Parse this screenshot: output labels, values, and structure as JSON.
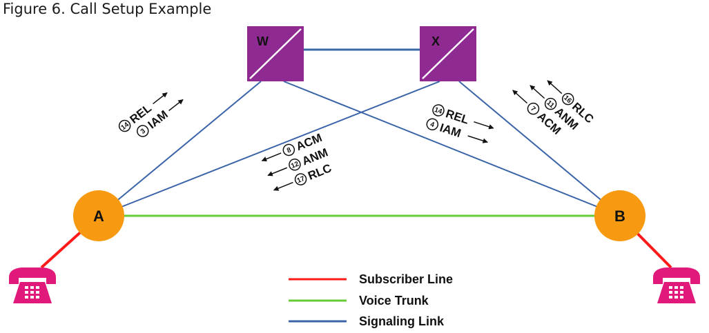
{
  "figure": {
    "title": "Figure 6. Call Setup Example"
  },
  "colors": {
    "subscriber_line": "#ff1a1a",
    "voice_trunk": "#66cc33",
    "signaling_link": "#3a63a8",
    "switch_fill": "#8e2a92",
    "node_fill": "#f79a11",
    "phone": "#e0197a"
  },
  "switches": [
    {
      "id": "W",
      "label": "W"
    },
    {
      "id": "X",
      "label": "X"
    }
  ],
  "nodes": [
    {
      "id": "A",
      "label": "A"
    },
    {
      "id": "B",
      "label": "B"
    }
  ],
  "messages": {
    "a_to_w": [
      {
        "num": "14",
        "label": "REL"
      },
      {
        "num": "3",
        "label": "IAM"
      }
    ],
    "x_to_a": [
      {
        "num": "8",
        "label": "ACM"
      },
      {
        "num": "12",
        "label": "ANM"
      },
      {
        "num": "17",
        "label": "RLC"
      }
    ],
    "w_to_b": [
      {
        "num": "14",
        "label": "REL"
      },
      {
        "num": "4",
        "label": "IAM"
      }
    ],
    "b_to_x": [
      {
        "num": "16",
        "label": "RLC"
      },
      {
        "num": "11",
        "label": "ANM"
      },
      {
        "num": "7",
        "label": "ACM"
      }
    ]
  },
  "legend": [
    {
      "key": "subscriber_line",
      "label": "Subscriber Line"
    },
    {
      "key": "voice_trunk",
      "label": "Voice Trunk"
    },
    {
      "key": "signaling_link",
      "label": "Signaling Link"
    }
  ],
  "icons": [
    "telephone-icon",
    "telephone-icon"
  ]
}
